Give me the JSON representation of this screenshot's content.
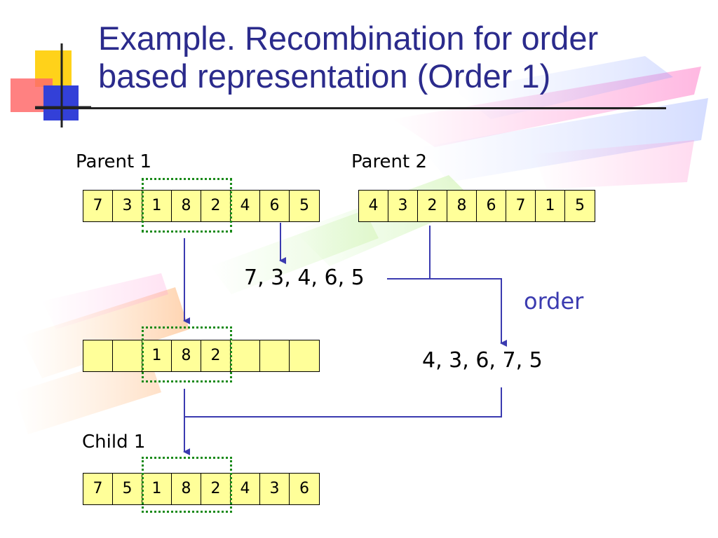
{
  "title": {
    "line1": "Example. Recombination for order",
    "line2": "based representation (Order 1)"
  },
  "parent1": {
    "label": "Parent 1",
    "cells": [
      "7",
      "3",
      "1",
      "8",
      "2",
      "4",
      "6",
      "5"
    ]
  },
  "parent2": {
    "label": "Parent 2",
    "cells": [
      "4",
      "3",
      "2",
      "8",
      "6",
      "7",
      "1",
      "5"
    ]
  },
  "remaining_sequence": "7, 3, 4, 6, 5",
  "order_label": "order",
  "reordered_sequence": "4, 3, 6, 7, 5",
  "intermediate": {
    "cells": [
      "",
      "",
      "1",
      "8",
      "2",
      "",
      "",
      ""
    ]
  },
  "child1": {
    "label": "Child 1",
    "cells": [
      "7",
      "5",
      "1",
      "8",
      "2",
      "4",
      "3",
      "6"
    ]
  },
  "colors": {
    "title": "#2b2b8c",
    "cell_fill": "#ffff99",
    "segment_box": "#1a8a1a",
    "arrow": "#3b3bb0"
  }
}
